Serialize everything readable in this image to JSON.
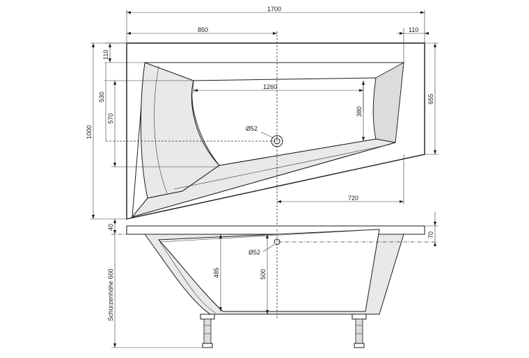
{
  "drawing": {
    "top_view": {
      "total_length": "1700",
      "half_length": "850",
      "rim_right": "110",
      "rim_top": "110",
      "inner_length": "1260",
      "depth_left": "530",
      "depth_left_lower": "570",
      "total_width": "1000",
      "width_right": "655",
      "inner_depth_right": "380",
      "drain_diameter": "Ø52",
      "drain_offset": "720"
    },
    "side_view": {
      "rim_thickness_left": "40",
      "rim_thickness_right": "70",
      "overflow_diameter": "Ø52",
      "depth_inner": "485",
      "depth_total": "500",
      "apron_height": "Schürzenhöhe 600"
    }
  }
}
